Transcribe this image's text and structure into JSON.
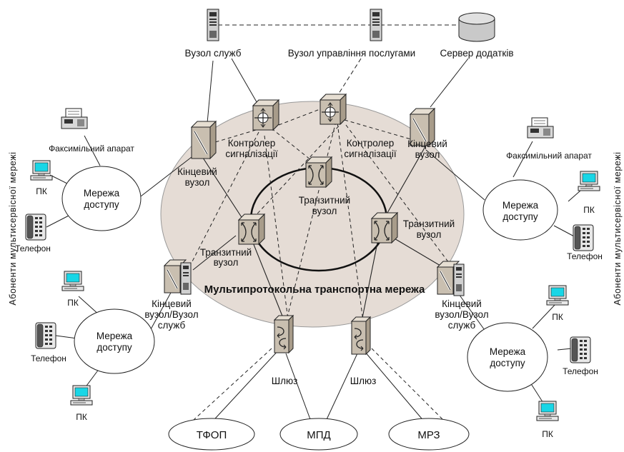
{
  "side_labels": {
    "left": "Абоненти мультисервісної мережі",
    "right": "Абоненти мультисервісної мережі"
  },
  "core": {
    "transport_network": "Мультипротокольна транспортна мережа"
  },
  "servers": {
    "service_node": "Вузол служб",
    "service_control_node": "Вузол управління послугами",
    "app_server": "Сервер додатків"
  },
  "controllers": {
    "left": [
      "Контролер",
      "сигналізації"
    ],
    "right": [
      "Контролер",
      "сигналізації"
    ]
  },
  "edge_nodes": {
    "left_top": [
      "Кінцевий",
      "вузол"
    ],
    "right_top": [
      "Кінцевий",
      "вузол"
    ],
    "left_bottom": [
      "Кінцевий",
      "вузол/Вузол",
      "служб"
    ],
    "right_bottom": [
      "Кінцевий",
      "вузол/Вузол",
      "служб"
    ]
  },
  "transit_nodes": {
    "top": [
      "Транзитний",
      "вузол"
    ],
    "left": [
      "Транзитний",
      "вузол"
    ],
    "right": [
      "Транзитний",
      "вузол"
    ]
  },
  "gateways": {
    "left": "Шлюз",
    "right": "Шлюз"
  },
  "external_networks": {
    "pstn": "ТФОП",
    "data": "МПД",
    "mobile": "МРЗ"
  },
  "access_networks": {
    "left_top": [
      "Мережа",
      "доступу"
    ],
    "left_bottom": [
      "Мережа",
      "доступу"
    ],
    "right_top": [
      "Мережа",
      "доступу"
    ],
    "right_bottom": [
      "Мережа",
      "доступу"
    ]
  },
  "terminals": {
    "fax": "Факсимільний апарат",
    "pc": "ПК",
    "phone": "Телефон"
  }
}
